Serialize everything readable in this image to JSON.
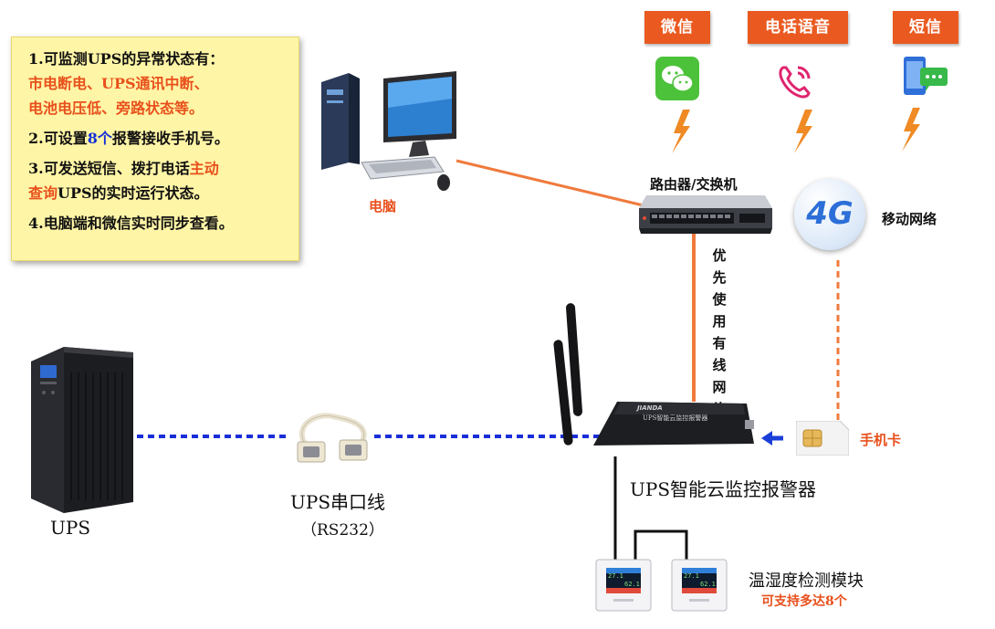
{
  "note": {
    "line1": "1.可监测UPS的异常状态有：",
    "line2": "市电断电、UPS通讯中断、",
    "line3": "电池电压低、旁路状态等。",
    "line4_a": "2.可设置",
    "line4_b": "8个",
    "line4_c": "报警接收手机号。",
    "line5_a": "3.可发送短信、拨打电话",
    "line5_b": "主动",
    "line6_a": "查询",
    "line6_b": "UPS的实时运行状态。",
    "line7": "4.电脑端和微信实时同步查看。"
  },
  "badges": {
    "wechat": "微信",
    "phone": "电话语音",
    "sms": "短信"
  },
  "labels": {
    "computer": "电脑",
    "router": "路由器/交换机",
    "mobile_network": "移动网络",
    "priority_wired": "优先使用有线网络",
    "sim": "手机卡",
    "alarm_device": "UPS智能云监控报警器",
    "ups": "UPS",
    "serial_cable": "UPS串口线",
    "rs232": "（RS232）",
    "sensor_module": "温湿度检测模块",
    "sensor_note": "可支持多达8个",
    "device_brand": "JIANDA",
    "device_model": "UPS智能云监控报警器",
    "g4": "4G",
    "sensor_reading_a": "27.1",
    "sensor_reading_b": "62.1"
  },
  "colors": {
    "accent": "#ea5a20",
    "serial_link": "#1a2ed8",
    "ethernet": "#f07a3c",
    "note_bg": "#fff5a6"
  }
}
